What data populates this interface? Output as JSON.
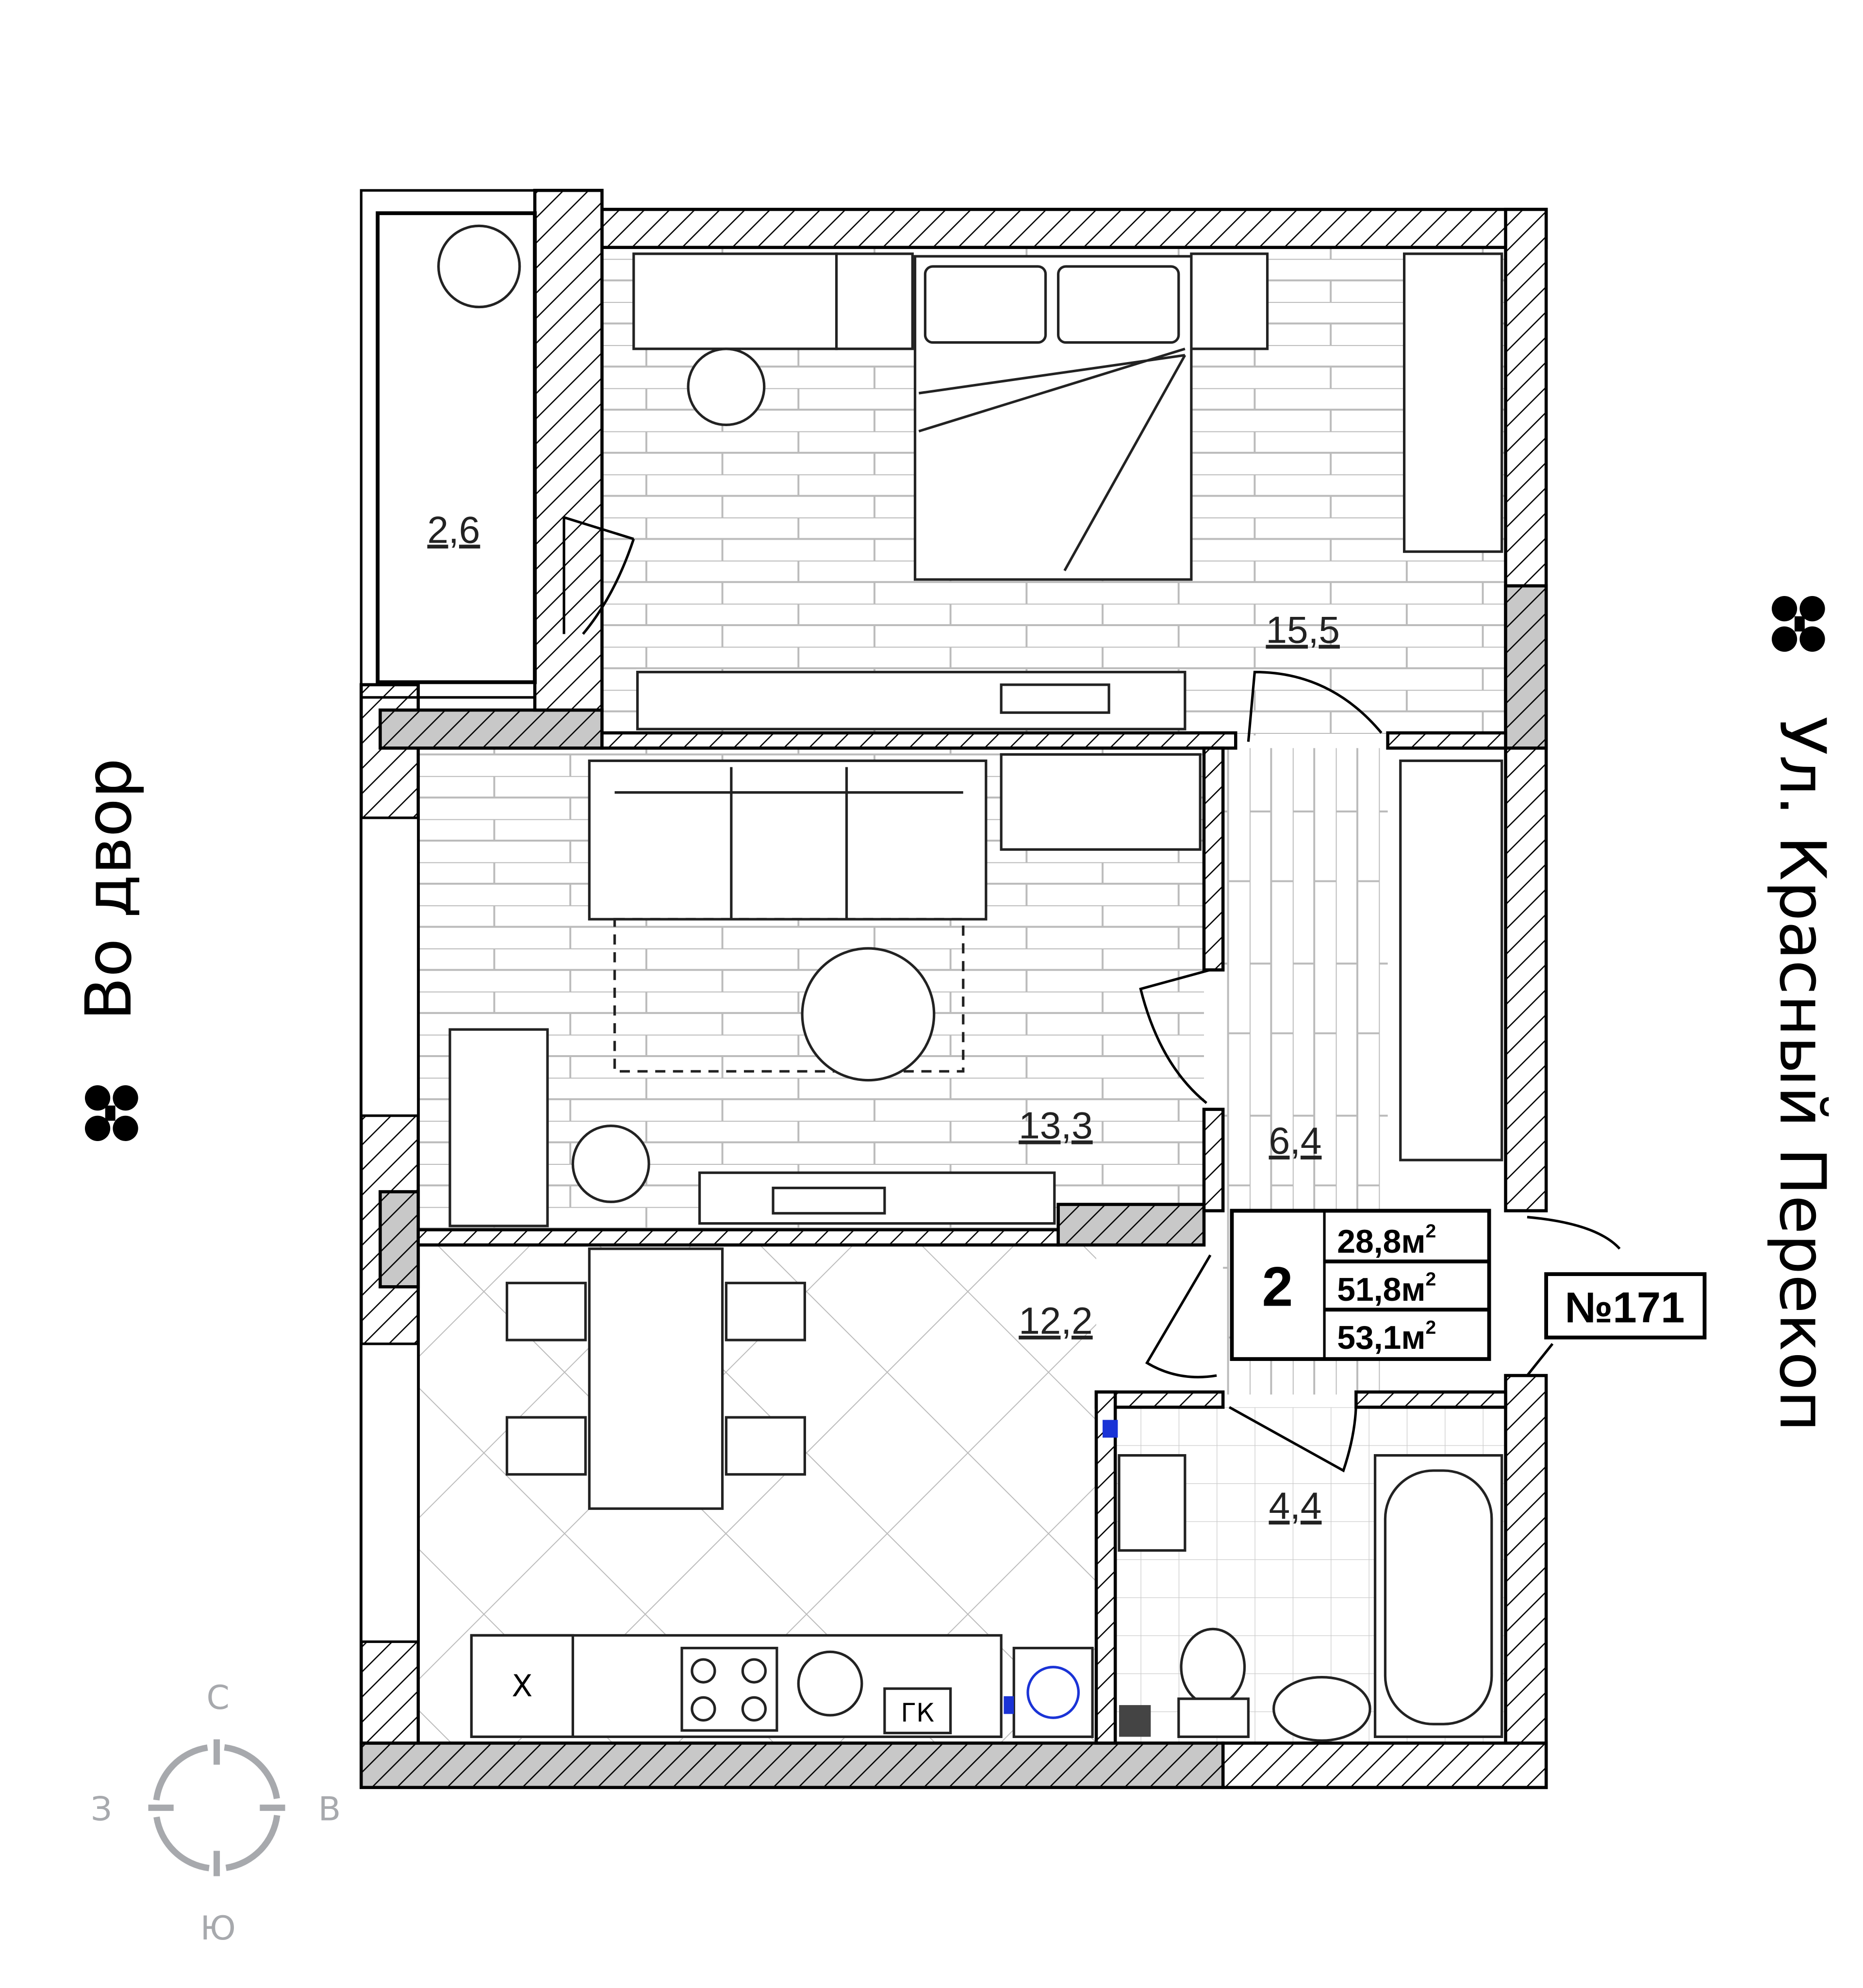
{
  "rooms": {
    "balcony": {
      "area": "2,6"
    },
    "bedroom": {
      "area": "15,5"
    },
    "living": {
      "area": "13,3"
    },
    "hallway": {
      "area": "6,4"
    },
    "kitchen": {
      "area": "12,2"
    },
    "bathroom": {
      "area": "4,4"
    }
  },
  "info": {
    "rooms_count": "2",
    "living_area": "28,8м",
    "total_area": "51,8м",
    "total_area_with_balcony": "53,1м",
    "unit_superscript": "2",
    "apartment_number": "№171"
  },
  "kitchen_labels": {
    "sink_fridge": "Х",
    "boiler": "ГК"
  },
  "orientation": {
    "left": "Во двор",
    "right": "Ул. Красный Перекоп"
  },
  "compass": {
    "north": "С",
    "south": "Ю",
    "west": "З",
    "east": "В"
  },
  "colors": {
    "wall_hatch": "#000000",
    "bearing_wall": "#c8c8c8",
    "compass": "#a7a9ad",
    "pipe": "#1a33d6"
  }
}
